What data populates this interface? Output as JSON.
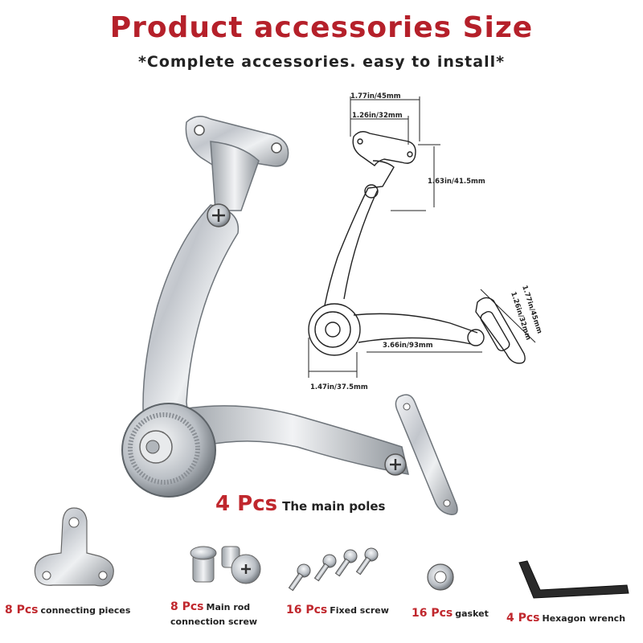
{
  "header": {
    "title": "Product accessories Size",
    "subtitle": "*Complete accessories. easy to install*"
  },
  "diagram": {
    "dimensions": [
      "1.77in/45mm",
      "1.26in/32mm",
      "1.63in/41.5mm",
      "1.77in/45mm",
      "1.26in/32mm",
      "3.66in/93mm",
      "1.47in/37.5mm"
    ]
  },
  "main_item": {
    "quantity": "4 Pcs",
    "description": "The main poles"
  },
  "accessories": [
    {
      "quantity": "8 Pcs",
      "description": "connecting pieces"
    },
    {
      "quantity": "8 Pcs",
      "description": "Main rod",
      "description_line2": "connection screw"
    },
    {
      "quantity": "16 Pcs",
      "description": "Fixed screw"
    },
    {
      "quantity": "16 Pcs",
      "description": "gasket"
    },
    {
      "quantity": "4 Pcs",
      "description": "Hexagon wrench"
    }
  ],
  "colors": {
    "title": "#b5202a",
    "quantity": "#c0272d",
    "text": "#222222",
    "metal": "#c9ccd1"
  }
}
